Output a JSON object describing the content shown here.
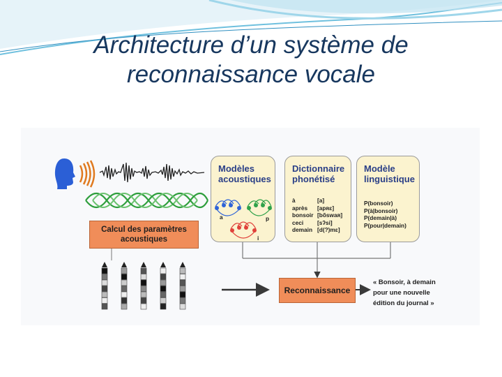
{
  "slide": {
    "title_line1": "Architecture d’un système de",
    "title_line2": "reconnaissance vocale"
  },
  "diagram": {
    "acoustic_params_box": "Calcul des paramètres acoustiques",
    "acoustic_params_line1": "Calcul des paramètres",
    "acoustic_params_line2": "acoustiques",
    "acoustic_models": {
      "title_line1": "Modèles",
      "title_line2": "acoustiques",
      "state_labels": [
        "a",
        "p",
        "i"
      ]
    },
    "dictionary": {
      "title_line1": "Dictionnaire",
      "title_line2": "phonétisé",
      "words": [
        "à",
        "après",
        "bonsoir",
        "ceci",
        "demain"
      ],
      "phonetics": [
        "[a]",
        "[apʀɛ]",
        "[bõswaʀ]",
        "[sʔsi]",
        "[d(?)mɛ]"
      ]
    },
    "language_model": {
      "title_line1": "Modèle",
      "title_line2": "linguistique",
      "probabilities": [
        "P(bonsoir)",
        "P(à|bonsoir)",
        "P(demain|à)",
        "P(pour|demain)"
      ]
    },
    "recognition_box": "Reconnaissance",
    "output": {
      "line1": "« Bonsoir, à demain",
      "line2": "pour une nouvelle",
      "line3": "édition du journal »"
    }
  },
  "colors": {
    "title": "#17375e",
    "box_fill": "#fbf3cf",
    "box_title": "#2a3f87",
    "orange": "#f08d59",
    "head": "#2b5fd6",
    "sound_waves": "#e07a1f",
    "sine_waves": "#2e9e3c",
    "hmm_blue": "#2e63d8",
    "hmm_green": "#2fa24a",
    "hmm_red": "#e0413a"
  }
}
